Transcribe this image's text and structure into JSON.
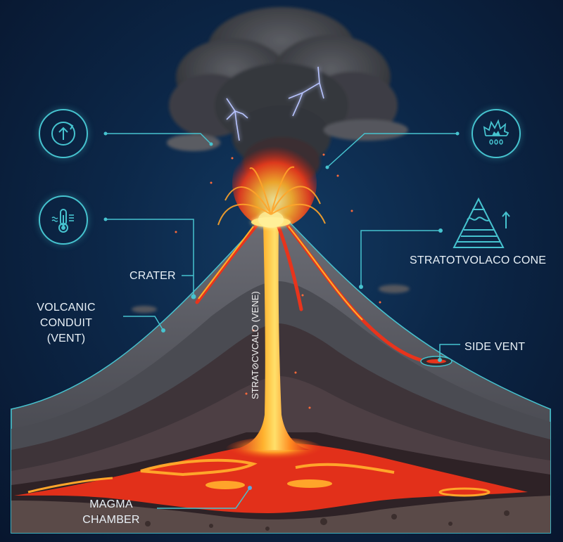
{
  "diagram": {
    "type": "volcano-cross-section",
    "colors": {
      "background": "#0c2748",
      "accent_line": "#46c3cf",
      "lava": "#e8341c",
      "lava_hot": "#ffd23a",
      "ash_cloud": "#4a4c52",
      "lightning": "#6e7dff",
      "label_text": "#e9f1f7"
    },
    "labels": {
      "crater": "CRATER",
      "conduit_line1": "VOLCANIC",
      "conduit_line2": "CONDUIT",
      "conduit_line3": "(VENT)",
      "cone": "STRATOTVOLACO CONE",
      "side_vent": "SIDE VENT",
      "vertical_conduit": "STRAT⊘CVCALO (VENE)",
      "magma_line1": "MAGMA",
      "magma_line2": "CHAMBER"
    },
    "icons": [
      {
        "name": "eruption-rise-icon",
        "position": "top-left"
      },
      {
        "name": "temperature-icon",
        "position": "middle-left"
      },
      {
        "name": "explosion-icon",
        "position": "top-right"
      },
      {
        "name": "stratovolcano-layers-icon",
        "position": "middle-right"
      }
    ]
  }
}
